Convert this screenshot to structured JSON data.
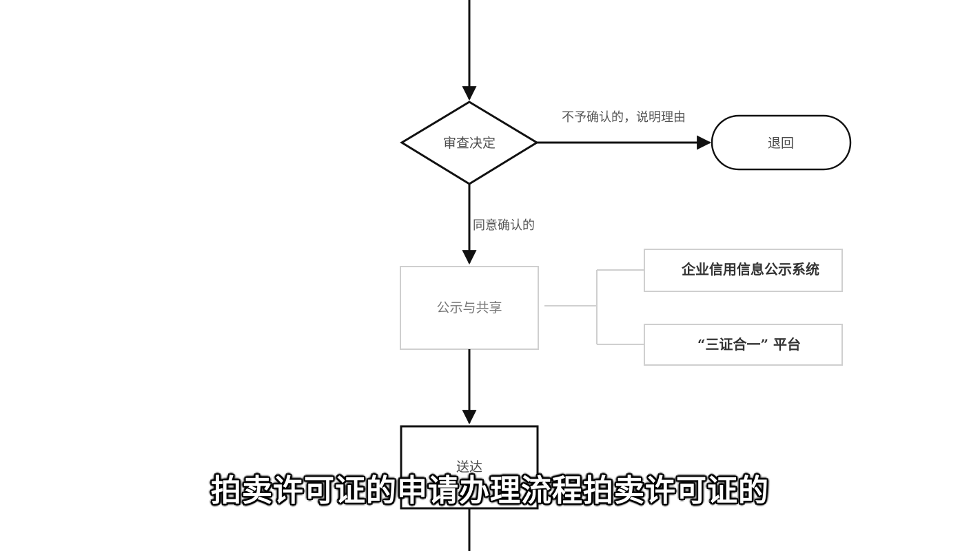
{
  "diagram": {
    "decision": {
      "label": "审查决定"
    },
    "reject_edge": {
      "label": "不予确认的，说明理由"
    },
    "returned": {
      "label": "退回"
    },
    "approve_edge": {
      "label": "同意确认的"
    },
    "publicize": {
      "label": "公示与共享"
    },
    "targets": [
      {
        "label": "企业信用信息公示系统"
      },
      {
        "label": "“三证合一” 平台"
      }
    ],
    "deliver": {
      "label": "送达"
    }
  },
  "subtitle": {
    "text": "拍卖许可证的申请办理流程拍卖许可证的"
  }
}
